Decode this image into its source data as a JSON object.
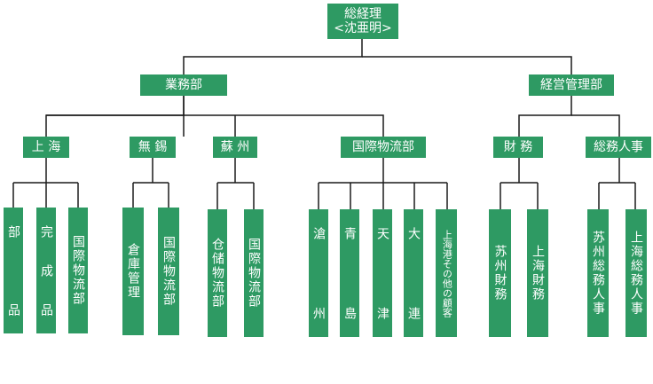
{
  "root": {
    "title": "総経理",
    "subtitle": "<沈亜明>"
  },
  "level1": [
    {
      "id": "gyomu",
      "label": "業務部"
    },
    {
      "id": "keiei",
      "label": "経営管理部"
    }
  ],
  "level2": [
    {
      "id": "shanghai",
      "label": "上 海"
    },
    {
      "id": "wuxi",
      "label": "無 錫"
    },
    {
      "id": "suzhou",
      "label": "蘇 州"
    },
    {
      "id": "kokusai",
      "label": "国際物流部"
    },
    {
      "id": "zaimu",
      "label": "財 務"
    },
    {
      "id": "somu",
      "label": "総務人事"
    }
  ],
  "level3": [
    {
      "label": "部品"
    },
    {
      "label": "完成品"
    },
    {
      "label": "国際物流部"
    },
    {
      "label": "倉庫管理"
    },
    {
      "label": "国際物流部"
    },
    {
      "label": "仓储物流部"
    },
    {
      "label": "国際物流部"
    },
    {
      "label": "滄州"
    },
    {
      "label": "青島"
    },
    {
      "label": "天津"
    },
    {
      "label": "大連"
    },
    {
      "label": "上海港その他の顧客"
    },
    {
      "label": "苏州財務"
    },
    {
      "label": "上海財務"
    },
    {
      "label": "苏州総務人事"
    },
    {
      "label": "上海総務人事"
    }
  ]
}
